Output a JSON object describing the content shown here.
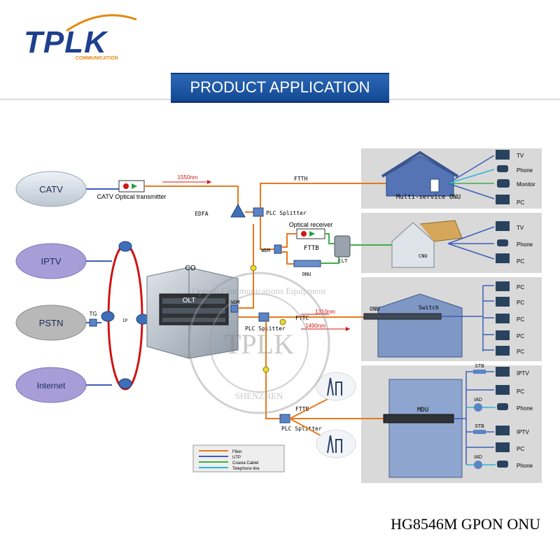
{
  "brand": {
    "name": "TPLK",
    "sub": "COMMUNICATION"
  },
  "header": {
    "title": "PRODUCT APPLICATION"
  },
  "caption": "HG8546M GPON ONU",
  "sources": [
    {
      "id": "catv",
      "label": "CATV"
    },
    {
      "id": "iptv",
      "label": "IPTV"
    },
    {
      "id": "pstn",
      "label": "PSTN"
    },
    {
      "id": "internet",
      "label": "Internet"
    }
  ],
  "labels": {
    "catv_tx": "CATV Optical transmitter",
    "wavelength_1550": "1550nm",
    "edfa": "EDFA",
    "plc1": "PLC Splitter",
    "ftth": "FTTH",
    "optical_receiver": "Optical receiver",
    "fttb": "FTTB",
    "wdm1": "WDM",
    "onu": "ONU",
    "clt": "CLT",
    "co": "CO",
    "olt": "OLT",
    "wdm2": "WDM",
    "tg": "TG",
    "ip": "IP",
    "plc2": "PLC Splitter",
    "fttc": "FTTC",
    "wavelength_1310": "1310nm",
    "wavelength_1490": "1490nm",
    "multi_onu": "Multi-service ONU",
    "cnu": "CNU",
    "onu2": "ONU",
    "switch": "Switch",
    "mdu": "MDU",
    "fttb2": "FTTB",
    "plc3": "PLC Splitter"
  },
  "panel1": {
    "devices": [
      "TV",
      "Phone",
      "Monitor",
      "PC"
    ]
  },
  "panel2": {
    "devices": [
      "TV",
      "Phone",
      "PC"
    ]
  },
  "panel3": {
    "devices": [
      "PC",
      "PC",
      "PC",
      "PC",
      "PC"
    ]
  },
  "panel4": {
    "group1": {
      "stb": "STB",
      "iad": "IAD",
      "devices": [
        "IPTV",
        "PC",
        "Phone"
      ]
    },
    "group2": {
      "stb": "STB",
      "iad": "IAD",
      "devices": [
        "IPTV",
        "PC",
        "Phone"
      ]
    }
  },
  "legend": [
    {
      "label": "Fiber",
      "color": "#e77a1e"
    },
    {
      "label": "UTP",
      "color": "#3f5fb8"
    },
    {
      "label": "Coaxia Cablel",
      "color": "#3fae49"
    },
    {
      "label": "Telephone line",
      "color": "#2bb5d6"
    }
  ],
  "watermark": {
    "center": "TPLK",
    "top": "Optical Communications Equipment",
    "bottom": "SHENZHEN"
  },
  "colors": {
    "fiber": "#e77a1e",
    "utp": "#3f5fb8",
    "coax": "#3fae49",
    "phone": "#2bb5d6",
    "ring": "#d01515",
    "banner": "#1d57a8"
  }
}
